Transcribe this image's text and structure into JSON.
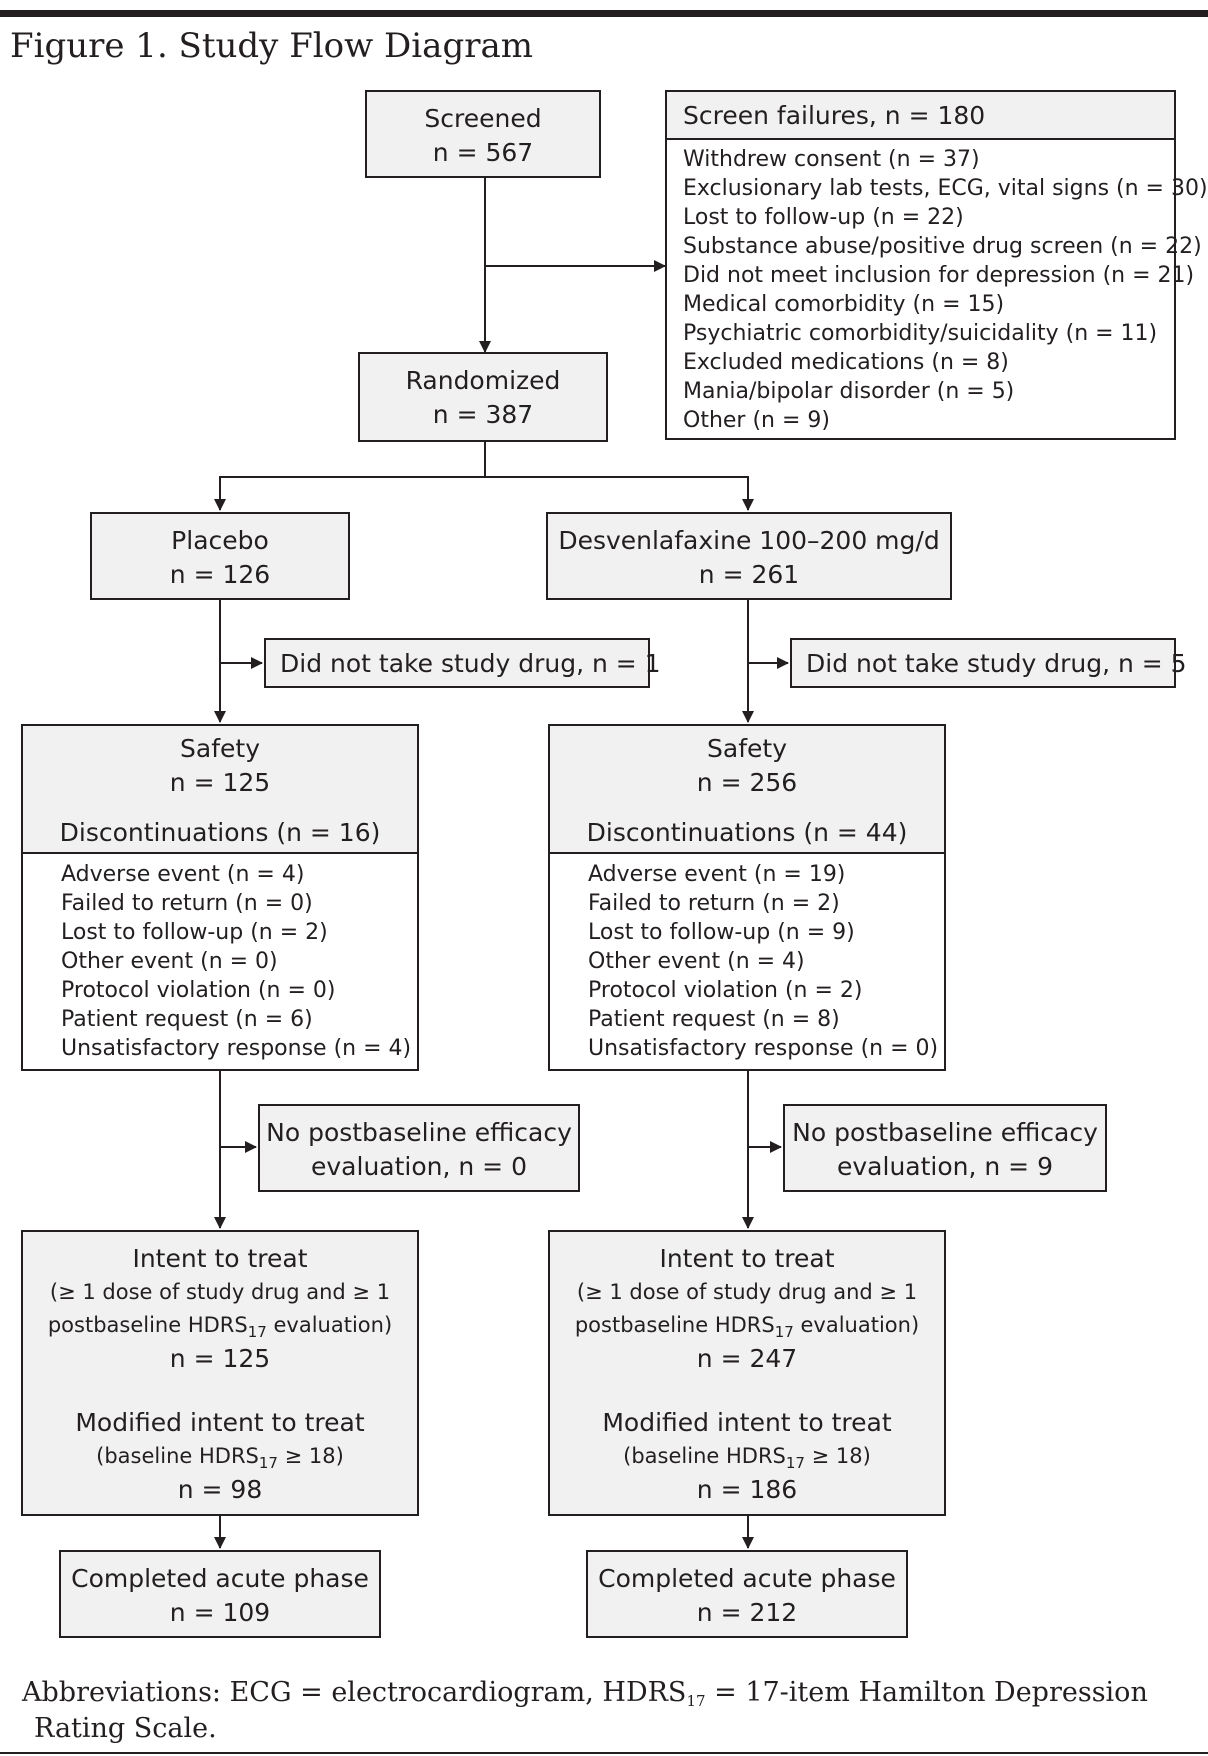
{
  "figure_title": "Figure 1. Study Flow Diagram",
  "screened": {
    "label": "Screened",
    "n": "n = 567"
  },
  "screen_failures": {
    "title": "Screen failures, n = 180",
    "items": [
      "Withdrew consent (n = 37)",
      "Exclusionary lab tests, ECG, vital signs (n = 30)",
      "Lost to follow-up (n = 22)",
      "Substance abuse/positive drug screen (n = 22)",
      "Did not meet inclusion for depression (n = 21)",
      "Medical comorbidity (n = 15)",
      "Psychiatric comorbidity/suicidality (n = 11)",
      "Excluded medications (n = 8)",
      "Mania/bipolar disorder (n = 5)",
      "Other (n = 9)"
    ]
  },
  "randomized": {
    "label": "Randomized",
    "n": "n = 387"
  },
  "arms": [
    {
      "name": "Placebo",
      "n": "n = 126",
      "did_not_take": "Did not take study drug, n = 1",
      "safety": {
        "label": "Safety",
        "n": "n = 125"
      },
      "discontinuations": {
        "title": "Discontinuations (n = 16)",
        "items": [
          "Adverse event (n = 4)",
          "Failed to return (n = 0)",
          "Lost to follow-up (n = 2)",
          "Other event (n = 0)",
          "Protocol violation (n = 0)",
          "Patient request (n = 6)",
          "Unsatisfactory response (n = 4)"
        ]
      },
      "no_postbaseline": {
        "line1": "No postbaseline efficacy",
        "line2": "evaluation, n = 0"
      },
      "itt": {
        "label": "Intent to treat",
        "desc1": "(≥ 1 dose of study drug and ≥ 1",
        "desc2_pre": "postbaseline HDRS",
        "desc2_sub": "17",
        "desc2_post": " evaluation)",
        "n": "n = 125"
      },
      "mitt": {
        "label": "Modified intent to treat",
        "desc_pre": "(baseline HDRS",
        "desc_sub": "17",
        "desc_post": " ≥ 18)",
        "n": "n = 98"
      },
      "completed": {
        "label": "Completed acute phase",
        "n": "n = 109"
      }
    },
    {
      "name": "Desvenlafaxine 100–200 mg/d",
      "n": "n = 261",
      "did_not_take": "Did not take study drug, n = 5",
      "safety": {
        "label": "Safety",
        "n": "n = 256"
      },
      "discontinuations": {
        "title": "Discontinuations (n = 44)",
        "items": [
          "Adverse event (n = 19)",
          "Failed to return (n = 2)",
          "Lost to follow-up (n = 9)",
          "Other event (n = 4)",
          "Protocol violation (n = 2)",
          "Patient request (n = 8)",
          "Unsatisfactory response (n = 0)"
        ]
      },
      "no_postbaseline": {
        "line1": "No postbaseline efficacy",
        "line2": "evaluation, n = 9"
      },
      "itt": {
        "label": "Intent to treat",
        "desc1": "(≥ 1 dose of study drug and ≥ 1",
        "desc2_pre": "postbaseline HDRS",
        "desc2_sub": "17",
        "desc2_post": " evaluation)",
        "n": "n = 247"
      },
      "mitt": {
        "label": "Modified intent to treat",
        "desc_pre": "(baseline HDRS",
        "desc_sub": "17",
        "desc_post": " ≥ 18)",
        "n": "n = 186"
      },
      "completed": {
        "label": "Completed acute phase",
        "n": "n = 212"
      }
    }
  ],
  "abbreviations": {
    "prefix": "Abbreviations: ECG = electrocardiogram, HDRS",
    "sub": "17",
    "suffix": " = 17-item Hamilton Depression",
    "line2": "Rating Scale."
  }
}
